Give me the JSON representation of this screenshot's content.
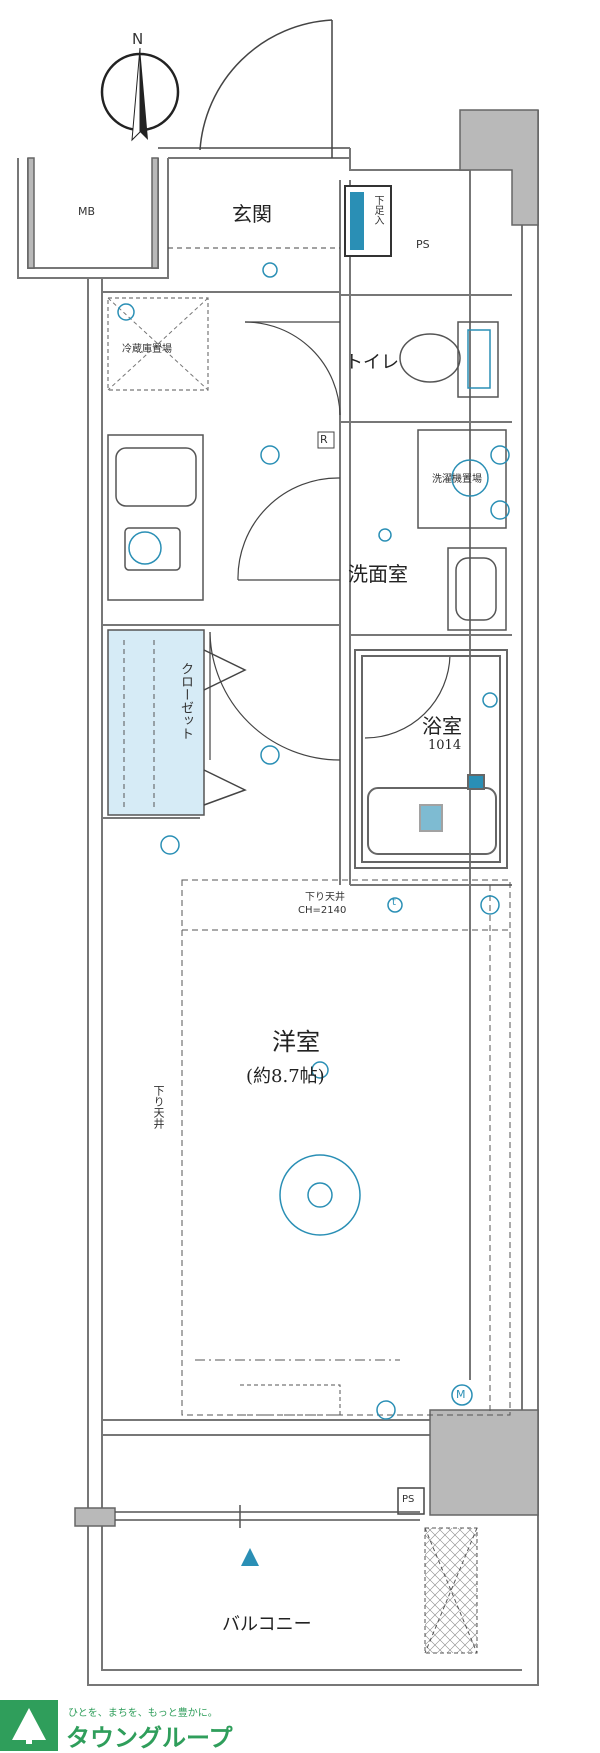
{
  "compass": {
    "north": "N"
  },
  "rooms": {
    "mb": "MB",
    "genkan": "玄関",
    "ps_top": "PS",
    "geta": "下足入",
    "toilet": "トイレ",
    "washroom": "洗面室",
    "laundry_area": "洗濯機置場",
    "refrigerator_area": "冷蔵庫置場",
    "closet": "クローゼット",
    "bath": "浴室",
    "bath_size": "1014",
    "western_room": "洋室",
    "western_room_size": "(約8.7帖)",
    "ceiling_note_1": "下り天井",
    "ceiling_note_2": "CH=2140",
    "ceiling_side": "下り天井",
    "ps_bottom": "PS",
    "balcony": "バルコニー"
  },
  "symbols": {
    "r_mark": "R",
    "t_mark": "t",
    "m_mark": "M"
  },
  "brand": {
    "tagline": "ひとを、まちを、もっと豊かに。",
    "name": "タウングループ",
    "color": "#2f9e5b"
  },
  "colors": {
    "wall": "#8a8a8a",
    "equipment": "#2a8fb5",
    "gray_fill": "#b9b9b9"
  }
}
